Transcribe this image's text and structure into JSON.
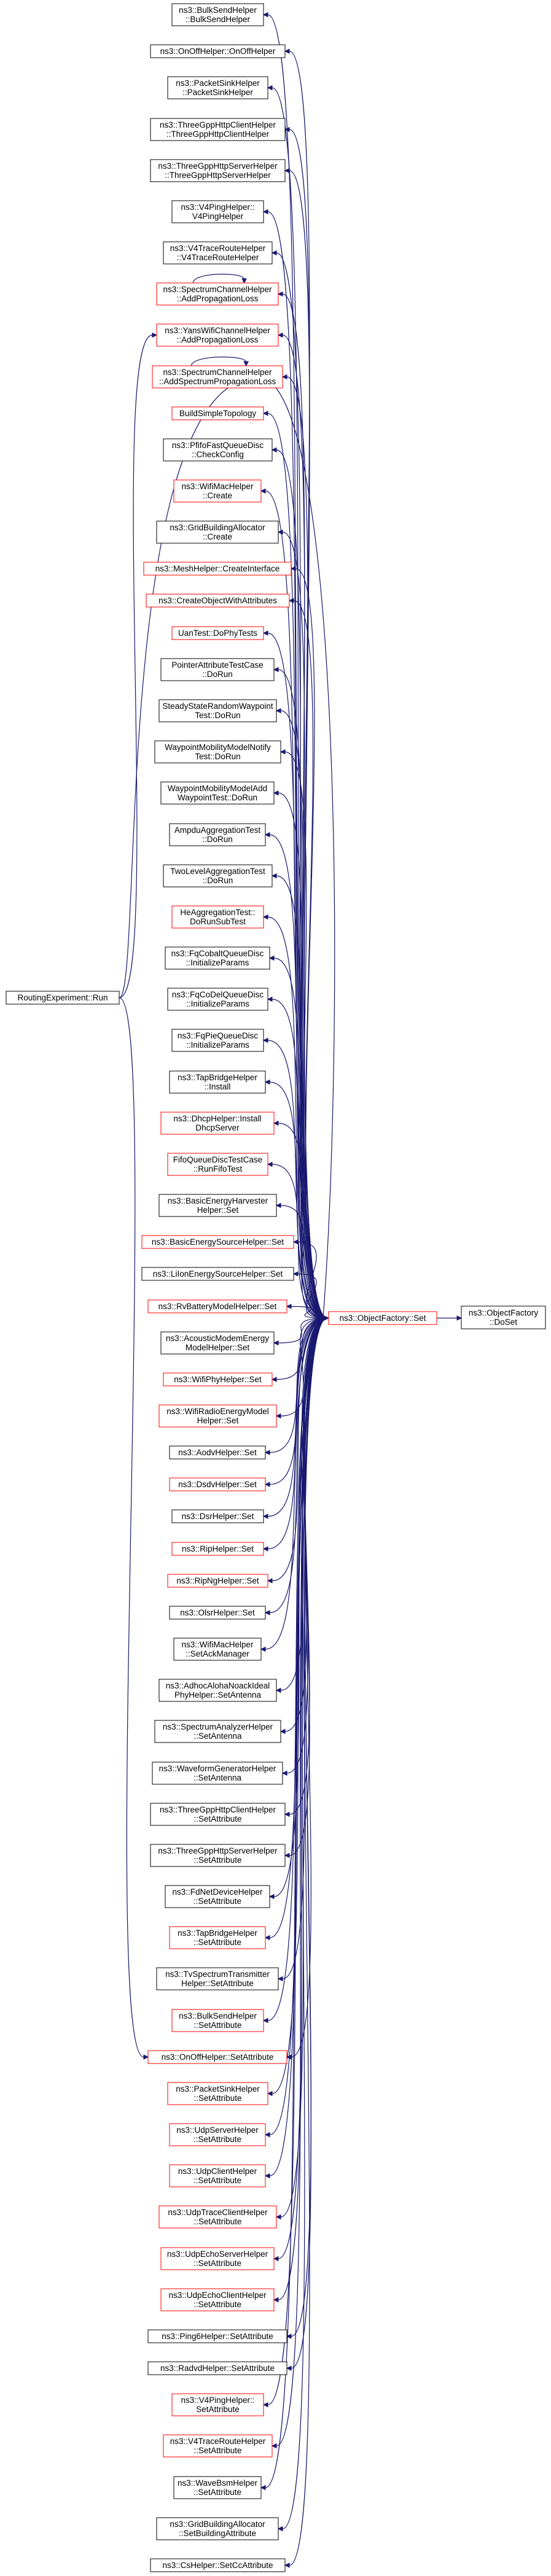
{
  "colors": {
    "edge": "#191970",
    "border_plain": "#000000",
    "border_highlight": "#ff0000",
    "target_fill": "#bfbfbf",
    "target_border": "#000000"
  },
  "target": {
    "lines": [
      "ns3::ObjectFactory",
      "::DoSet"
    ]
  },
  "hub": {
    "lines": [
      "ns3::ObjectFactory::Set"
    ],
    "border": "red"
  },
  "routing": {
    "lines": [
      "RoutingExperiment::Run"
    ],
    "border": "black"
  },
  "callers": [
    {
      "lines": [
        "ns3::BulkSendHelper",
        "::BulkSendHelper"
      ],
      "border": "black"
    },
    {
      "lines": [
        "ns3::OnOffHelper::OnOffHelper"
      ],
      "border": "black"
    },
    {
      "lines": [
        "ns3::PacketSinkHelper",
        "::PacketSinkHelper"
      ],
      "border": "black"
    },
    {
      "lines": [
        "ns3::ThreeGppHttpClientHelper",
        "::ThreeGppHttpClientHelper"
      ],
      "border": "black"
    },
    {
      "lines": [
        "ns3::ThreeGppHttpServerHelper",
        "::ThreeGppHttpServerHelper"
      ],
      "border": "black"
    },
    {
      "lines": [
        "ns3::V4PingHelper::",
        "V4PingHelper"
      ],
      "border": "black"
    },
    {
      "lines": [
        "ns3::V4TraceRouteHelper",
        "::V4TraceRouteHelper"
      ],
      "border": "black"
    },
    {
      "lines": [
        "ns3::SpectrumChannelHelper",
        "::AddPropagationLoss"
      ],
      "border": "red",
      "selfloop": true
    },
    {
      "lines": [
        "ns3::YansWifiChannelHelper",
        "::AddPropagationLoss"
      ],
      "border": "red"
    },
    {
      "lines": [
        "ns3::SpectrumChannelHelper",
        "::AddSpectrumPropagationLoss"
      ],
      "border": "red",
      "selfloop": true
    },
    {
      "lines": [
        "BuildSimpleTopology"
      ],
      "border": "red"
    },
    {
      "lines": [
        "ns3::PfifoFastQueueDisc",
        "::CheckConfig"
      ],
      "border": "black"
    },
    {
      "lines": [
        "ns3::WifiMacHelper",
        "::Create"
      ],
      "border": "red"
    },
    {
      "lines": [
        "ns3::GridBuildingAllocator",
        "::Create"
      ],
      "border": "black"
    },
    {
      "lines": [
        "ns3::MeshHelper::CreateInterface"
      ],
      "border": "red"
    },
    {
      "lines": [
        "ns3::CreateObjectWithAttributes"
      ],
      "border": "red"
    },
    {
      "lines": [
        "UanTest::DoPhyTests"
      ],
      "border": "red"
    },
    {
      "lines": [
        "PointerAttributeTestCase",
        "::DoRun"
      ],
      "border": "black"
    },
    {
      "lines": [
        "SteadyStateRandomWaypoint",
        "Test::DoRun"
      ],
      "border": "black"
    },
    {
      "lines": [
        "WaypointMobilityModelNotify",
        "Test::DoRun"
      ],
      "border": "black"
    },
    {
      "lines": [
        "WaypointMobilityModelAdd",
        "WaypointTest::DoRun"
      ],
      "border": "black"
    },
    {
      "lines": [
        "AmpduAggregationTest",
        "::DoRun"
      ],
      "border": "black"
    },
    {
      "lines": [
        "TwoLevelAggregationTest",
        "::DoRun"
      ],
      "border": "black"
    },
    {
      "lines": [
        "HeAggregationTest::",
        "DoRunSubTest"
      ],
      "border": "red"
    },
    {
      "lines": [
        "ns3::FqCobaltQueueDisc",
        "::InitializeParams"
      ],
      "border": "black"
    },
    {
      "lines": [
        "ns3::FqCoDelQueueDisc",
        "::InitializeParams"
      ],
      "border": "black"
    },
    {
      "lines": [
        "ns3::FqPieQueueDisc",
        "::InitializeParams"
      ],
      "border": "black"
    },
    {
      "lines": [
        "ns3::TapBridgeHelper",
        "::Install"
      ],
      "border": "black"
    },
    {
      "lines": [
        "ns3::DhcpHelper::Install",
        "DhcpServer"
      ],
      "border": "red"
    },
    {
      "lines": [
        "FifoQueueDiscTestCase",
        "::RunFifoTest"
      ],
      "border": "red"
    },
    {
      "lines": [
        "ns3::BasicEnergyHarvester",
        "Helper::Set"
      ],
      "border": "black"
    },
    {
      "lines": [
        "ns3::BasicEnergySourceHelper::Set"
      ],
      "border": "red"
    },
    {
      "lines": [
        "ns3::LiIonEnergySourceHelper::Set"
      ],
      "border": "black"
    },
    {
      "lines": [
        "ns3::RvBatteryModelHelper::Set"
      ],
      "border": "red"
    },
    {
      "lines": [
        "ns3::AcousticModemEnergy",
        "ModelHelper::Set"
      ],
      "border": "black"
    },
    {
      "lines": [
        "ns3::WifiPhyHelper::Set"
      ],
      "border": "red"
    },
    {
      "lines": [
        "ns3::WifiRadioEnergyModel",
        "Helper::Set"
      ],
      "border": "red"
    },
    {
      "lines": [
        "ns3::AodvHelper::Set"
      ],
      "border": "black"
    },
    {
      "lines": [
        "ns3::DsdvHelper::Set"
      ],
      "border": "red"
    },
    {
      "lines": [
        "ns3::DsrHelper::Set"
      ],
      "border": "black"
    },
    {
      "lines": [
        "ns3::RipHelper::Set"
      ],
      "border": "red"
    },
    {
      "lines": [
        "ns3::RipNgHelper::Set"
      ],
      "border": "red"
    },
    {
      "lines": [
        "ns3::OlsrHelper::Set"
      ],
      "border": "black"
    },
    {
      "lines": [
        "ns3::WifiMacHelper",
        "::SetAckManager"
      ],
      "border": "black"
    },
    {
      "lines": [
        "ns3::AdhocAlohaNoackIdeal",
        "PhyHelper::SetAntenna"
      ],
      "border": "black"
    },
    {
      "lines": [
        "ns3::SpectrumAnalyzerHelper",
        "::SetAntenna"
      ],
      "border": "black"
    },
    {
      "lines": [
        "ns3::WaveformGeneratorHelper",
        "::SetAntenna"
      ],
      "border": "black"
    },
    {
      "lines": [
        "ns3::ThreeGppHttpClientHelper",
        "::SetAttribute"
      ],
      "border": "black"
    },
    {
      "lines": [
        "ns3::ThreeGppHttpServerHelper",
        "::SetAttribute"
      ],
      "border": "black"
    },
    {
      "lines": [
        "ns3::FdNetDeviceHelper",
        "::SetAttribute"
      ],
      "border": "black"
    },
    {
      "lines": [
        "ns3::TapBridgeHelper",
        "::SetAttribute"
      ],
      "border": "red"
    },
    {
      "lines": [
        "ns3::TvSpectrumTransmitter",
        "Helper::SetAttribute"
      ],
      "border": "black"
    },
    {
      "lines": [
        "ns3::BulkSendHelper",
        "::SetAttribute"
      ],
      "border": "red"
    },
    {
      "lines": [
        "ns3::OnOffHelper::SetAttribute"
      ],
      "border": "red"
    },
    {
      "lines": [
        "ns3::PacketSinkHelper",
        "::SetAttribute"
      ],
      "border": "red"
    },
    {
      "lines": [
        "ns3::UdpServerHelper",
        "::SetAttribute"
      ],
      "border": "red"
    },
    {
      "lines": [
        "ns3::UdpClientHelper",
        "::SetAttribute"
      ],
      "border": "red"
    },
    {
      "lines": [
        "ns3::UdpTraceClientHelper",
        "::SetAttribute"
      ],
      "border": "red"
    },
    {
      "lines": [
        "ns3::UdpEchoServerHelper",
        "::SetAttribute"
      ],
      "border": "red"
    },
    {
      "lines": [
        "ns3::UdpEchoClientHelper",
        "::SetAttribute"
      ],
      "border": "red"
    },
    {
      "lines": [
        "ns3::Ping6Helper::SetAttribute"
      ],
      "border": "black"
    },
    {
      "lines": [
        "ns3::RadvdHelper::SetAttribute"
      ],
      "border": "black"
    },
    {
      "lines": [
        "ns3::V4PingHelper::",
        "SetAttribute"
      ],
      "border": "red"
    },
    {
      "lines": [
        "ns3::V4TraceRouteHelper",
        "::SetAttribute"
      ],
      "border": "red"
    },
    {
      "lines": [
        "ns3::WaveBsmHelper",
        "::SetAttribute"
      ],
      "border": "black"
    },
    {
      "lines": [
        "ns3::GridBuildingAllocator",
        "::SetBuildingAttribute"
      ],
      "border": "black"
    },
    {
      "lines": [
        "ns3::CsHelper::SetCcAttribute"
      ],
      "border": "black"
    }
  ],
  "routing_links": [
    8,
    53
  ]
}
